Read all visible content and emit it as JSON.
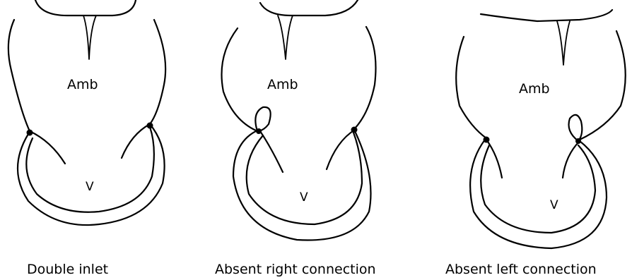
{
  "panels": [
    {
      "chamber_label": "Amb",
      "ventricle_label": "V",
      "caption": "Double inlet"
    },
    {
      "chamber_label": "Amb",
      "ventricle_label": "V",
      "caption": "Absent right connection"
    },
    {
      "chamber_label": "Amb",
      "ventricle_label": "V",
      "caption": "Absent left connection"
    }
  ]
}
